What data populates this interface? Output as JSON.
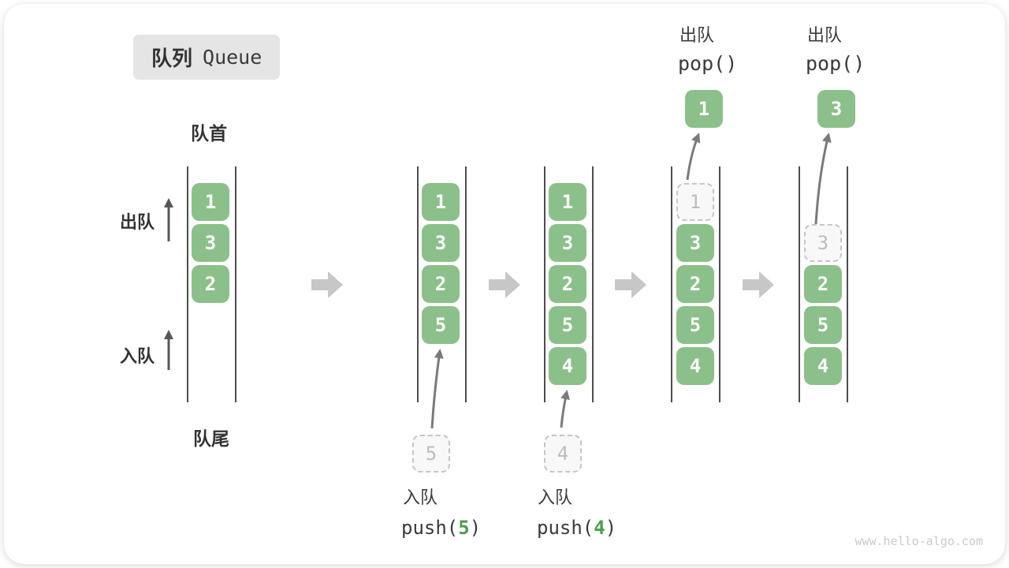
{
  "badge": {
    "zh": "队列",
    "en": "Queue"
  },
  "front_label": "队首",
  "rear_label": "队尾",
  "side_labels": {
    "dequeue": "出队",
    "enqueue": "入队"
  },
  "watermark": "www.hello-algo.com",
  "colors": {
    "cell_green": "#8cc08a",
    "code_accent_green": "#4f9e50",
    "rail_line": "#4d4d4d",
    "flow_arrow_gray": "#c7c7c7",
    "thin_arrow_gray": "#7a7a7a",
    "side_arrow_gray": "#575757",
    "ghost_border": "#c6c6c6",
    "ghost_text": "#bdbdbd",
    "badge_bg": "#e5e5e5",
    "text_dark": "#3a3a3a",
    "watermark_gray": "#c9c9c9"
  },
  "states": [
    {
      "name": "initial",
      "cells": [
        "1",
        "3",
        "2"
      ]
    },
    {
      "name": "after-push-5",
      "cells": [
        "1",
        "3",
        "2",
        "5"
      ],
      "staged": "5",
      "op": {
        "label": "入队",
        "code_pre": "push(",
        "code_arg": "5",
        "code_post": ")"
      }
    },
    {
      "name": "after-push-4",
      "cells": [
        "1",
        "3",
        "2",
        "5",
        "4"
      ],
      "staged": "4",
      "op": {
        "label": "入队",
        "code_pre": "push(",
        "code_arg": "4",
        "code_post": ")"
      }
    },
    {
      "name": "after-pop-1",
      "cells": [
        "3",
        "2",
        "5",
        "4"
      ],
      "popped": "1",
      "op": {
        "label": "出队",
        "code": "pop()"
      }
    },
    {
      "name": "after-pop-3",
      "cells": [
        "2",
        "5",
        "4"
      ],
      "popped": "3",
      "op": {
        "label": "出队",
        "code": "pop()"
      }
    }
  ]
}
